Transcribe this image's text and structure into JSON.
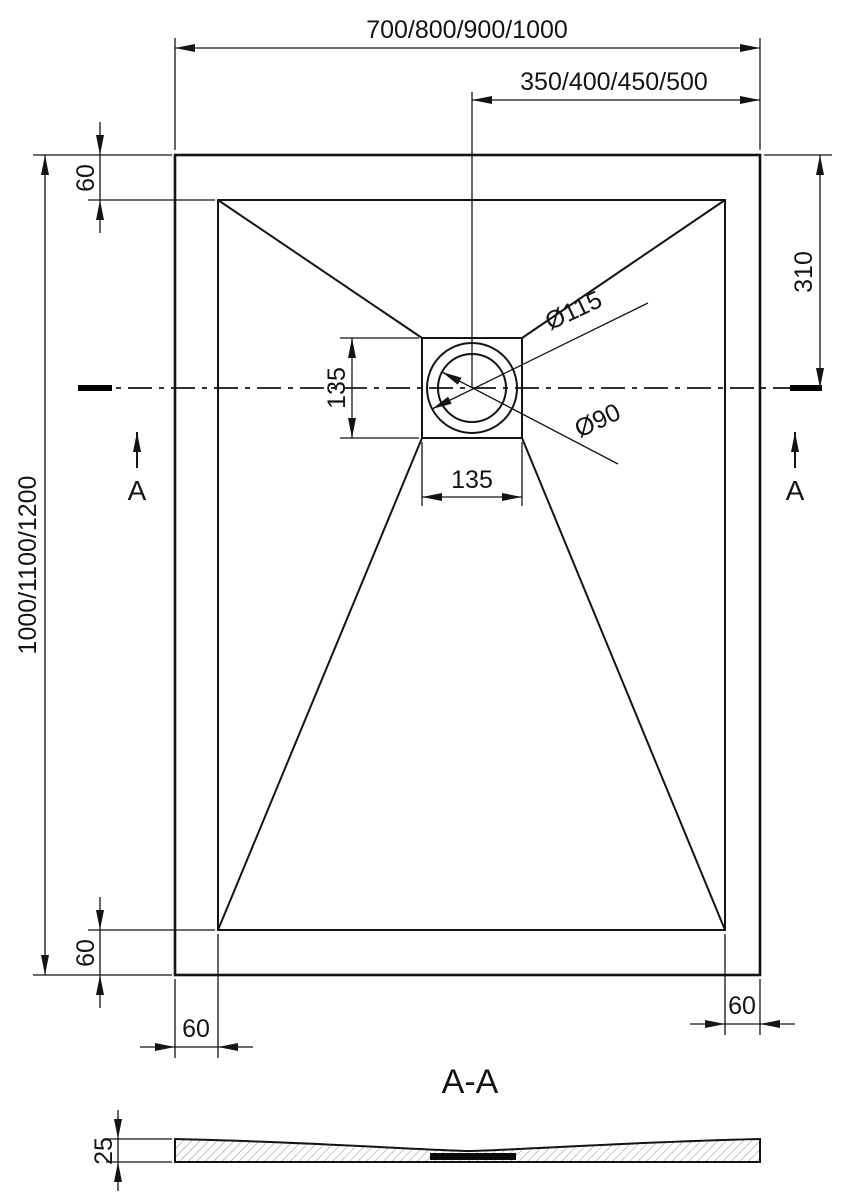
{
  "palette": {
    "ink": "#141414",
    "background": "#ffffff",
    "hatch_lines": "#909090"
  },
  "plan_view": {
    "dims": {
      "overall_width": "700/800/900/1000",
      "drain_offset": "350/400/450/500",
      "overall_length": "1000/1100/1200",
      "top_margin": "60",
      "bottom_margin": "60",
      "bottom_left_margin": "60",
      "bottom_right_margin": "60",
      "drain_center_from_top": "310",
      "drain_square_height": "135",
      "drain_square_width": "135",
      "drain_outer_diameter": "Ø115",
      "drain_inner_diameter": "Ø90"
    },
    "section_markers": {
      "left": "A",
      "right": "A"
    }
  },
  "section_view": {
    "title": "A-A",
    "thickness": "25"
  }
}
